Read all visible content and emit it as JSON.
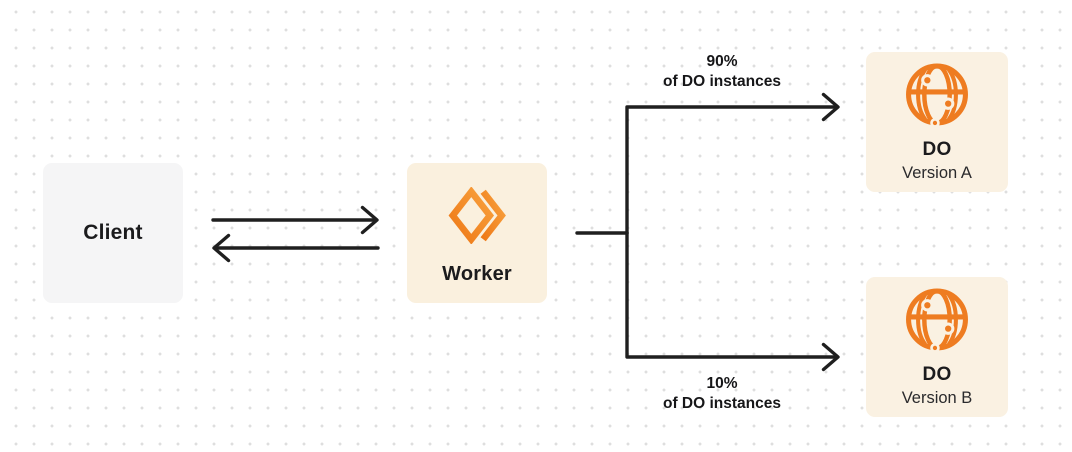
{
  "nodes": {
    "client": {
      "label": "Client"
    },
    "worker": {
      "label": "Worker"
    },
    "do_a": {
      "title": "DO",
      "subtitle": "Version A"
    },
    "do_b": {
      "title": "DO",
      "subtitle": "Version B"
    }
  },
  "edges": {
    "top_branch": {
      "percent": "90%",
      "caption": "of DO instances"
    },
    "bottom_branch": {
      "percent": "10%",
      "caption": "of DO instances"
    }
  },
  "icons": {
    "worker": "cloudflare-workers-chevrons-icon",
    "durable_object": "globe-network-icon"
  },
  "colors": {
    "brand_orange": "#F47F20",
    "globe_orange": "#EE7C21",
    "worker_box_bg": "#FAF0DE",
    "do_box_bg": "#FAF1E2",
    "client_box_bg": "#F5F5F6",
    "connector_line": "#1F1F1F",
    "text_dark": "#1B1B1D",
    "grid_dot": "#DEDEDE",
    "background": "#FFFFFF"
  }
}
